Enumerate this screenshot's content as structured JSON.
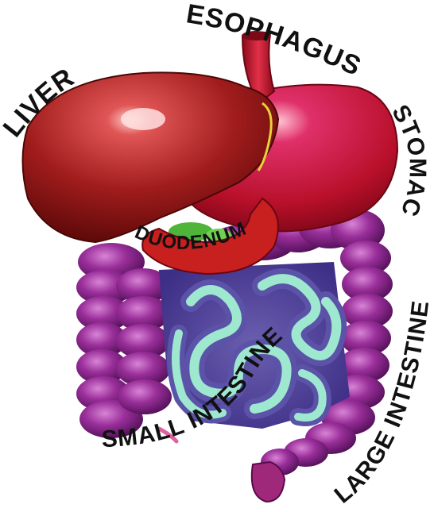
{
  "labels": {
    "liver": "LIVER",
    "esophagus": "ESOPHAGUS",
    "stomach": "STOMACH",
    "duodenum": "DUODENUM",
    "small_intestine": "SMALL INTESTINE",
    "large_intestine": "LARGE INTESTINE"
  },
  "colors": {
    "liver": "#9b1c1c",
    "liver_highlight": "#f4a0a0",
    "stomach": "#c8143c",
    "esophagus": "#c81e3a",
    "duodenum": "#c81f1f",
    "large_intestine": "#8a2b8c",
    "small_intestine_outer": "#6a63b5",
    "small_intestine_inner": "#8fe0c8",
    "gallbladder_line": "#e8d23a",
    "pancreas": "#4fb53a"
  }
}
